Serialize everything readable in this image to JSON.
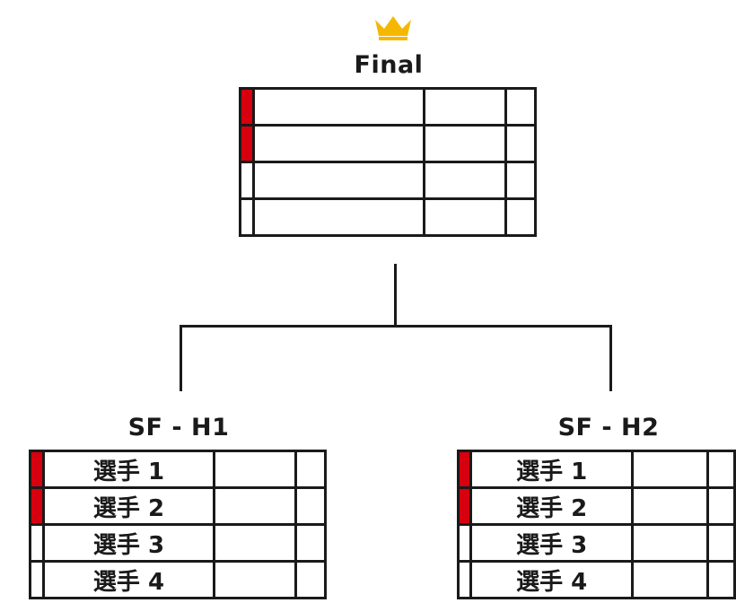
{
  "colors": {
    "accent": "#d7000f",
    "crown": "#f5b800",
    "line": "#1a1a1a"
  },
  "final": {
    "icon": "crown-icon",
    "title": "Final",
    "rows": [
      {
        "marked": true,
        "name": ""
      },
      {
        "marked": true,
        "name": ""
      },
      {
        "marked": false,
        "name": ""
      },
      {
        "marked": false,
        "name": ""
      }
    ]
  },
  "sf_h1": {
    "title": "SF - H1",
    "rows": [
      {
        "marked": true,
        "name": "選手 1"
      },
      {
        "marked": true,
        "name": "選手 2"
      },
      {
        "marked": false,
        "name": "選手 3"
      },
      {
        "marked": false,
        "name": "選手 4"
      }
    ]
  },
  "sf_h2": {
    "title": "SF - H2",
    "rows": [
      {
        "marked": true,
        "name": "選手 1"
      },
      {
        "marked": true,
        "name": "選手 2"
      },
      {
        "marked": false,
        "name": "選手 3"
      },
      {
        "marked": false,
        "name": "選手 4"
      }
    ]
  }
}
